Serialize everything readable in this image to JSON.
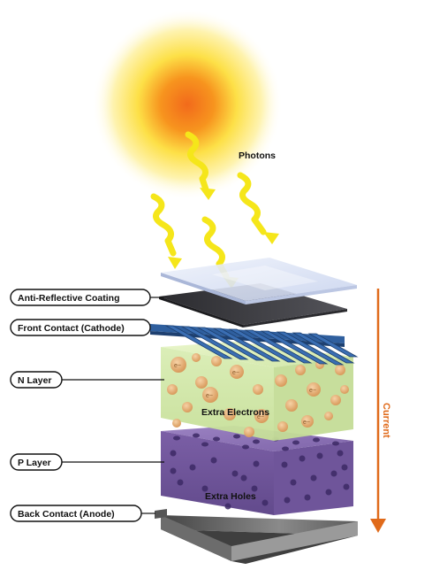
{
  "labels": {
    "photons": "Photons",
    "anti_reflective": "Anti-Reflective Coating",
    "front_contact": "Front Contact (Cathode)",
    "n_layer": "N Layer",
    "p_layer": "P Layer",
    "back_contact": "Back Contact (Anode)",
    "extra_electrons": "Extra Electrons",
    "extra_holes": "Extra Holes",
    "current": "Current",
    "electron_symbol": "e−"
  },
  "colors": {
    "sun_core": "#f47a20",
    "sun_glow": "#fff3a0",
    "photon": "#f5e61a",
    "glass": "#dfe6f5",
    "coating": "#3a3a3f",
    "contact": "#2f5f9e",
    "n_layer": "#d6ecb0",
    "electron": "#e3a86a",
    "p_layer": "#7a5fa4",
    "hole": "#3d2a66",
    "back_contact": "#6b6b6b",
    "current_arrow": "#e06a1a"
  }
}
